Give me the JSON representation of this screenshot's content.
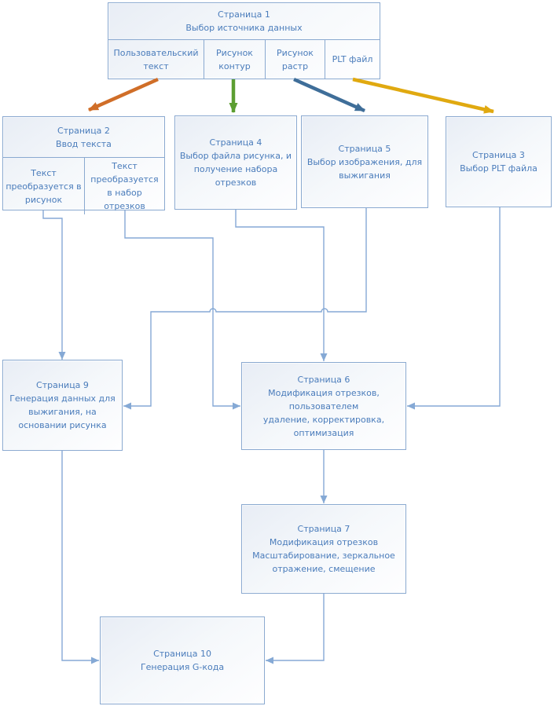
{
  "diagram": {
    "page1": {
      "title": [
        "Страница 1",
        "Выбор источника данных"
      ],
      "tabs": [
        "Пользовательский текст",
        "Рисунок контур",
        "Рисунок растр",
        "PLT файл"
      ]
    },
    "page2": {
      "title": [
        "Страница 2",
        "Ввод текста"
      ],
      "branches": [
        "Текст преобразуется в рисунок",
        "Текст преобразуется в набор отрезков"
      ]
    },
    "page4": {
      "text": [
        "Страница 4",
        "Выбор файла рисунка, и",
        "получение набора",
        "отрезков"
      ]
    },
    "page5": {
      "text": [
        "Страница 5",
        "Выбор изображения, для",
        "выжигания"
      ]
    },
    "page3": {
      "text": [
        "Страница 3",
        "Выбор PLT файла"
      ]
    },
    "page9": {
      "text": [
        "Страница 9",
        "Генерация данных для",
        "выжигания, на",
        "основании рисунка"
      ]
    },
    "page6": {
      "text": [
        "Страница 6",
        "Модификация отрезков,",
        "пользователем",
        "удаление, корректировка,",
        "оптимизация"
      ]
    },
    "page7": {
      "text": [
        "Страница 7",
        "Модификация отрезков",
        "Масштабирование, зеркальное",
        "отражение, смещение"
      ]
    },
    "page10": {
      "text": [
        "Страница 10",
        "Генерация G-кода"
      ]
    }
  },
  "colors": {
    "box_border": "#8aa9d0",
    "box_text": "#4a7cbb",
    "connector": "#85a9d5",
    "arrow_orange": "#d06e28",
    "arrow_green": "#5c9e32",
    "arrow_steel_blue": "#3f6e99",
    "arrow_gold": "#e0a910"
  }
}
